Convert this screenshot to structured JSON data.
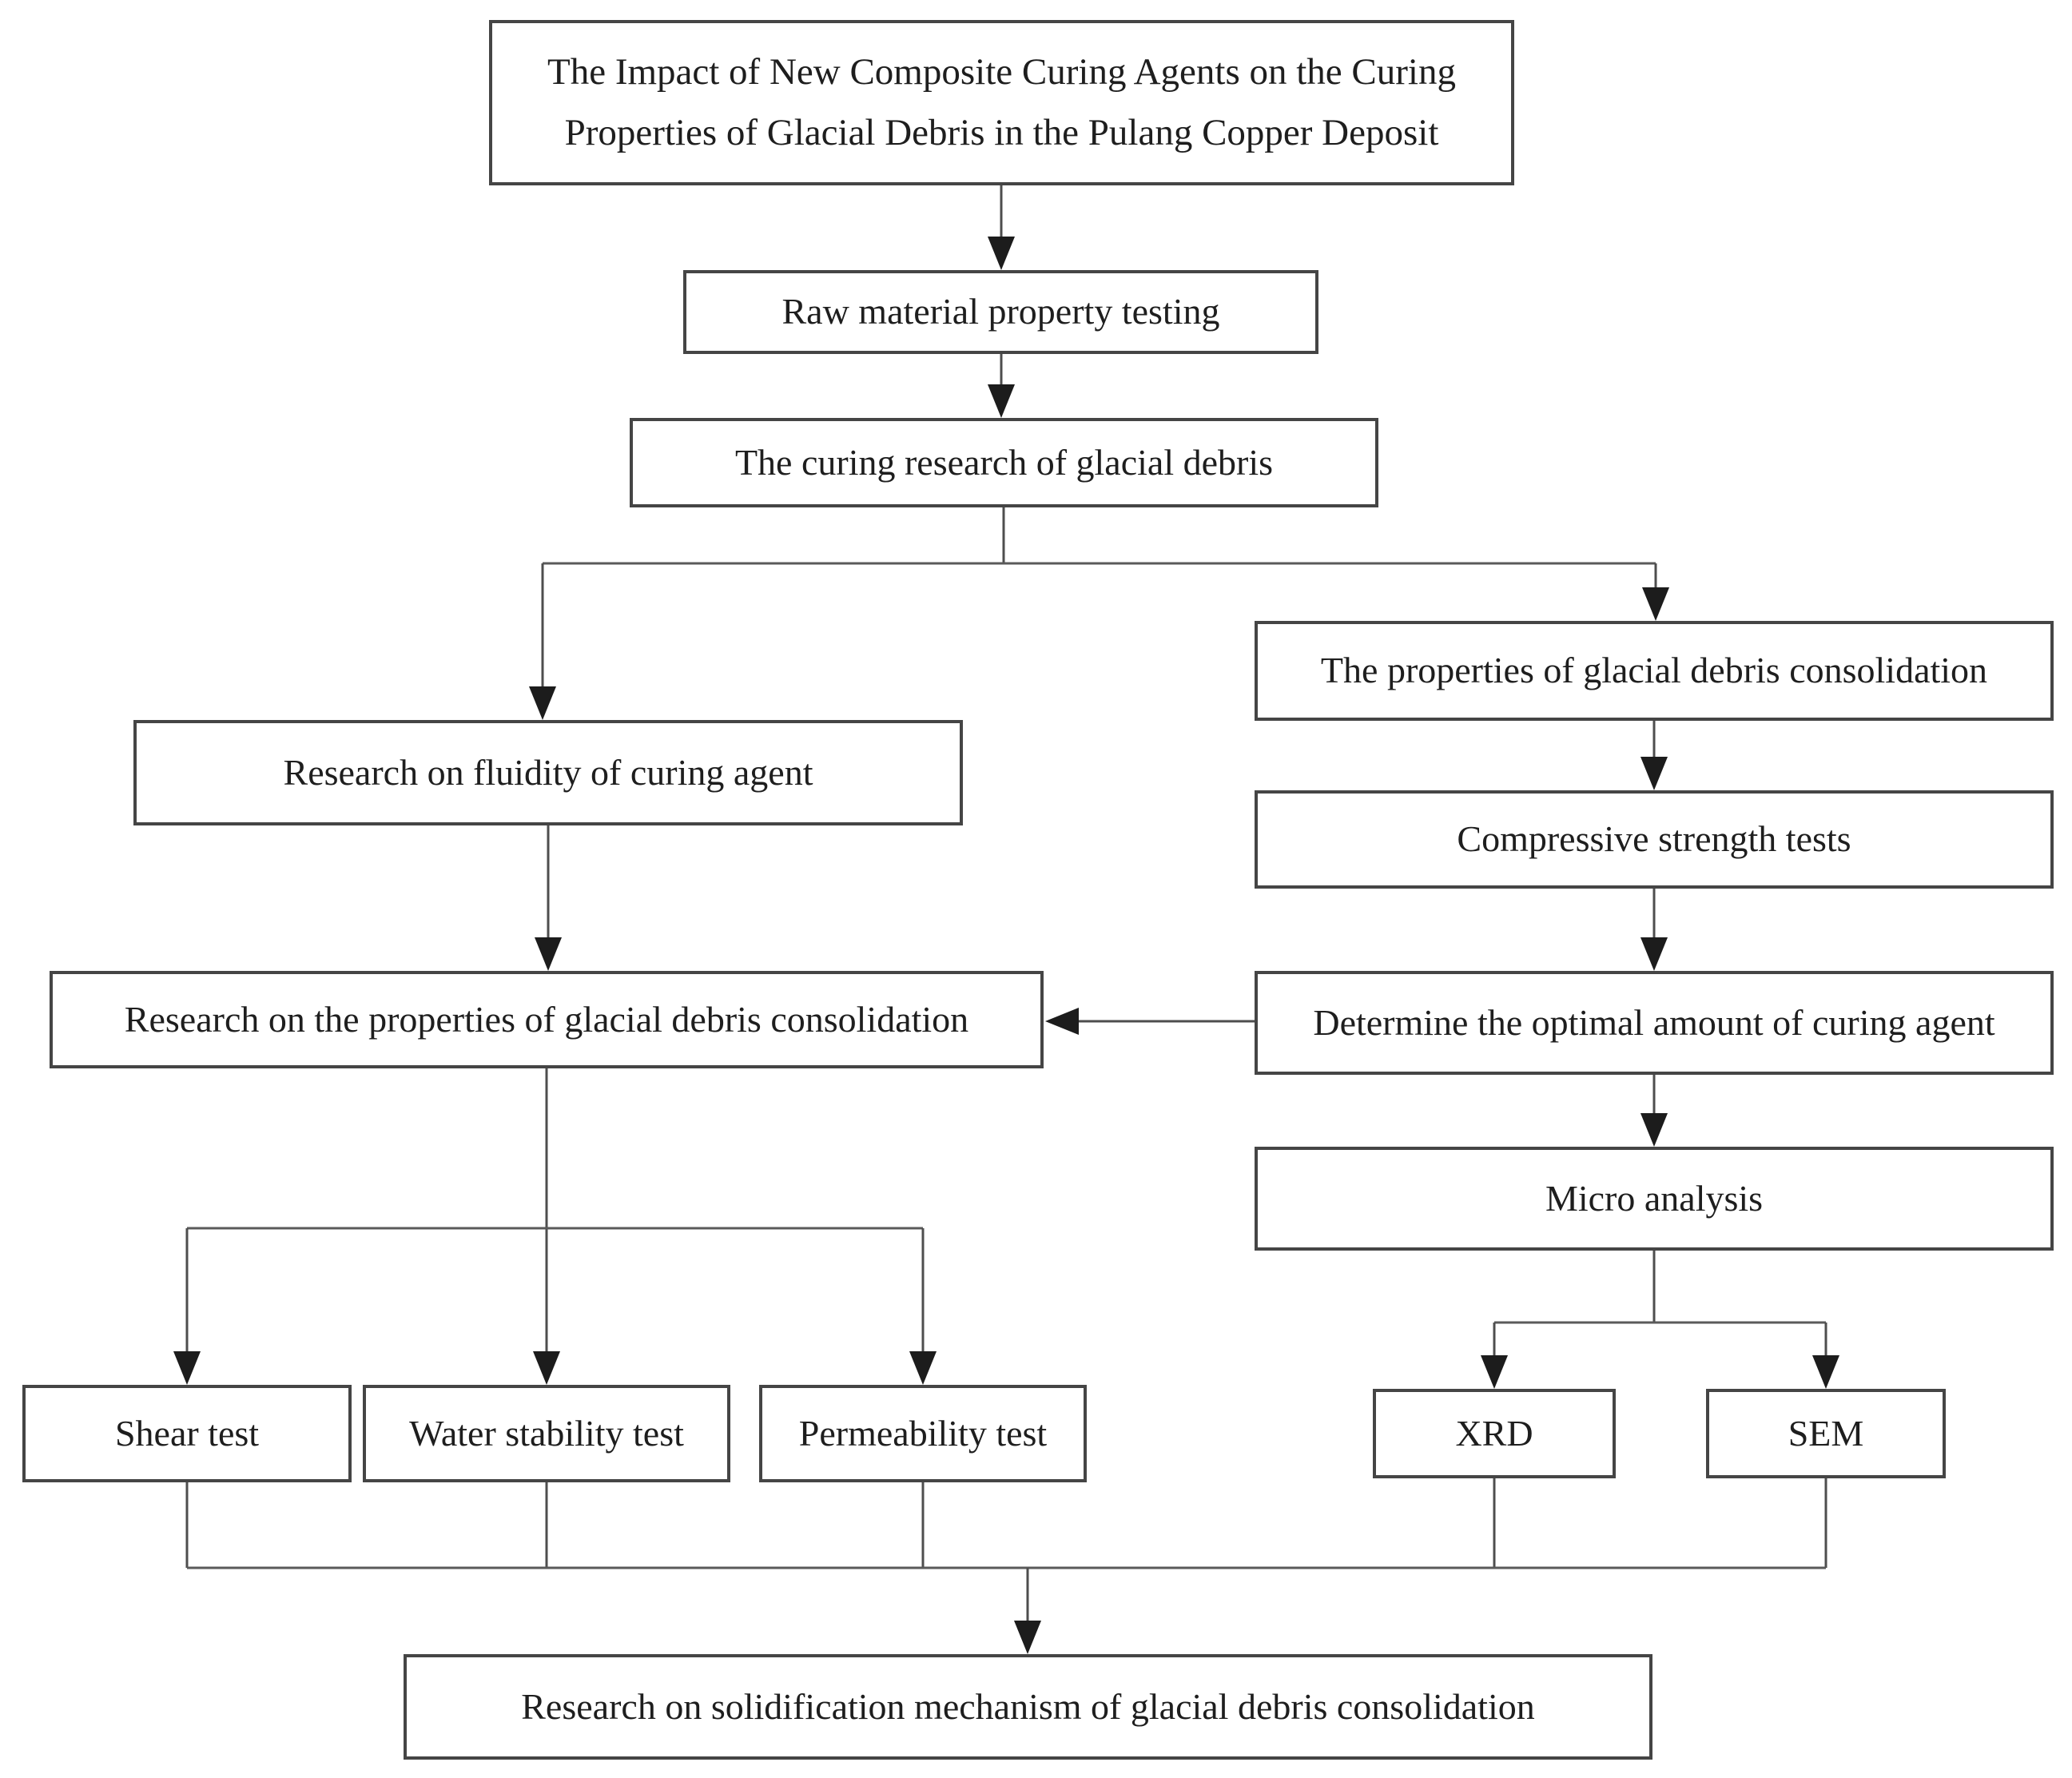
{
  "colors": {
    "background": "#ffffff",
    "box_border": "#454545",
    "connector_line": "#4e4e4e",
    "arrowhead": "#1c1c1c",
    "text": "#1e1e1e"
  },
  "flowchart": {
    "title": {
      "line1": "The Impact of New Composite Curing Agents on the Curing",
      "line2": "Properties of Glacial Debris in the Pulang Copper Deposit"
    },
    "nodes": {
      "raw_material": {
        "label": "Raw material property testing"
      },
      "curing_research": {
        "label": "The curing research of glacial debris"
      },
      "fluidity": {
        "label": "Research on fluidity of curing agent"
      },
      "properties_research": {
        "label": "Research on the properties of glacial debris consolidation"
      },
      "consolidation_properties": {
        "label": "The properties of glacial debris consolidation"
      },
      "compressive": {
        "label": "Compressive strength tests"
      },
      "optimal_amount": {
        "label": "Determine the optimal amount of curing agent"
      },
      "micro_analysis": {
        "label": "Micro analysis"
      },
      "shear": {
        "label": "Shear test"
      },
      "water_stability": {
        "label": "Water stability test"
      },
      "permeability": {
        "label": "Permeability test"
      },
      "xrd": {
        "label": "XRD"
      },
      "sem": {
        "label": "SEM"
      },
      "solidification": {
        "label": "Research on solidification mechanism of glacial debris consolidation"
      }
    },
    "edges": [
      {
        "from": "title",
        "to": "raw_material",
        "arrow": true
      },
      {
        "from": "raw_material",
        "to": "curing_research",
        "arrow": true
      },
      {
        "from": "curing_research",
        "to": "fluidity",
        "arrow": true
      },
      {
        "from": "curing_research",
        "to": "consolidation_properties",
        "arrow": true
      },
      {
        "from": "fluidity",
        "to": "properties_research",
        "arrow": true
      },
      {
        "from": "consolidation_properties",
        "to": "compressive",
        "arrow": true
      },
      {
        "from": "compressive",
        "to": "optimal_amount",
        "arrow": true
      },
      {
        "from": "optimal_amount",
        "to": "properties_research",
        "arrow": true
      },
      {
        "from": "optimal_amount",
        "to": "micro_analysis",
        "arrow": true
      },
      {
        "from": "properties_research",
        "to": "shear",
        "arrow": true
      },
      {
        "from": "properties_research",
        "to": "water_stability",
        "arrow": true
      },
      {
        "from": "properties_research",
        "to": "permeability",
        "arrow": true
      },
      {
        "from": "micro_analysis",
        "to": "xrd",
        "arrow": true
      },
      {
        "from": "micro_analysis",
        "to": "sem",
        "arrow": true
      },
      {
        "from": "shear",
        "to": "solidification",
        "arrow": false
      },
      {
        "from": "water_stability",
        "to": "solidification",
        "arrow": true
      },
      {
        "from": "permeability",
        "to": "solidification",
        "arrow": false
      },
      {
        "from": "xrd",
        "to": "solidification",
        "arrow": false
      },
      {
        "from": "sem",
        "to": "solidification",
        "arrow": false
      }
    ]
  }
}
